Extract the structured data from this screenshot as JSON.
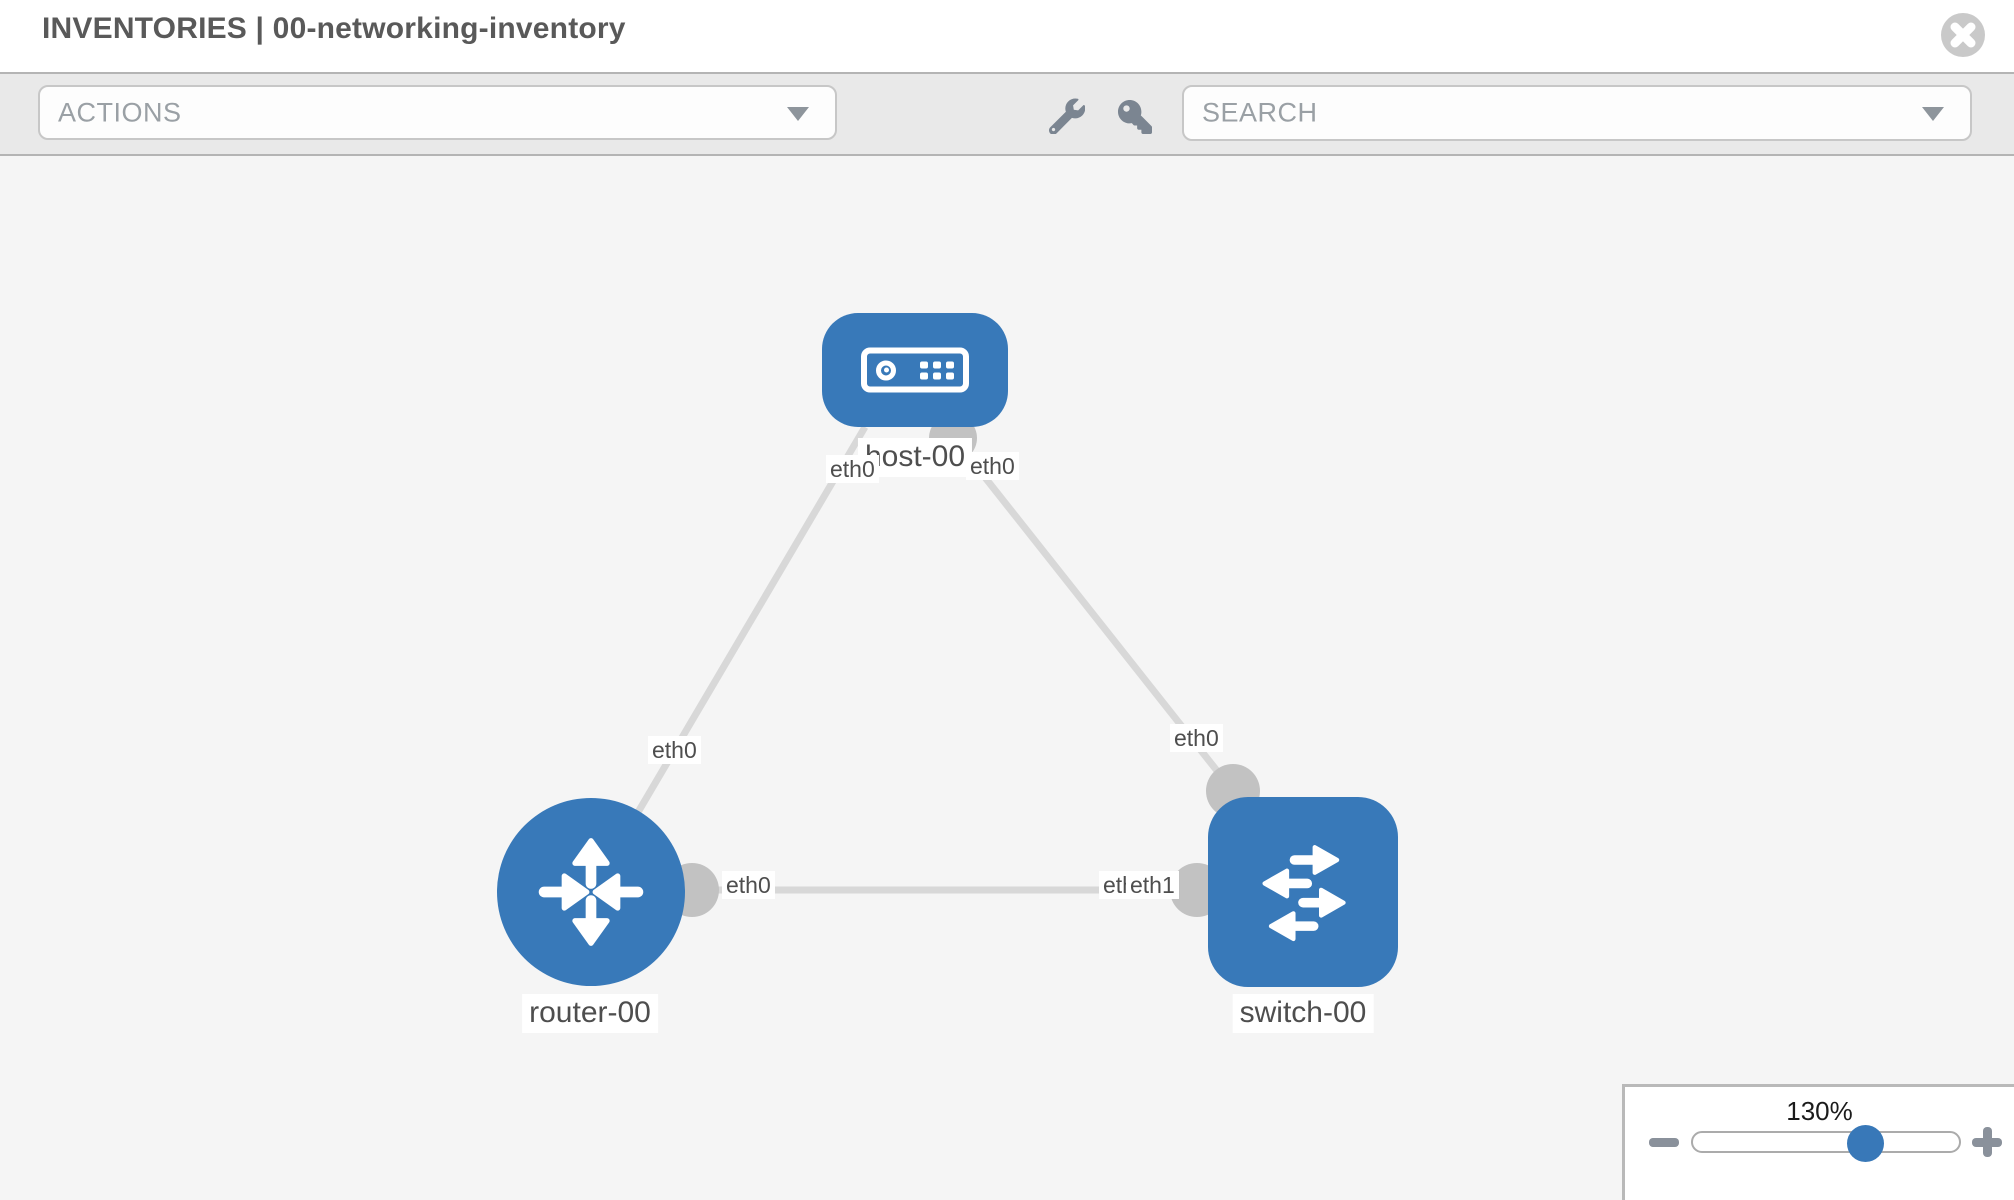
{
  "window": {
    "title": "INVENTORIES | 00-networking-inventory"
  },
  "toolbar": {
    "actions_label": "ACTIONS",
    "search_placeholder": "SEARCH",
    "wrench_icon": "wrench",
    "key_icon": "key"
  },
  "colors": {
    "node_blue": "#3879b9",
    "link_gray": "#d8d8d8",
    "connector_gray": "#c2c2c2",
    "toolbar_gray": "#e9e9e9",
    "canvas_gray": "#f5f5f5"
  },
  "topology": {
    "nodes": [
      {
        "label": "host-00",
        "type": "host"
      },
      {
        "label": "router-00",
        "type": "router"
      },
      {
        "label": "switch-00",
        "type": "switch"
      }
    ],
    "links": [
      {
        "from": "host-00",
        "to": "router-00",
        "from_interface": "eth0",
        "to_interface": "eth0"
      },
      {
        "from": "host-00",
        "to": "switch-00",
        "from_interface": "eth0",
        "to_interface": "eth0"
      },
      {
        "from": "router-00",
        "to": "switch-00",
        "from_interface": "eth0",
        "to_interface": "eth1"
      }
    ],
    "interfaces": {
      "host_left": "eth0",
      "host_right": "eth0",
      "link_host_router": "eth0",
      "link_host_switch": "eth0",
      "router_port": "eth0",
      "switch_port_hidden": "eth0",
      "switch_port_top": "eth1"
    }
  },
  "zoom_control": {
    "value": "130%"
  }
}
